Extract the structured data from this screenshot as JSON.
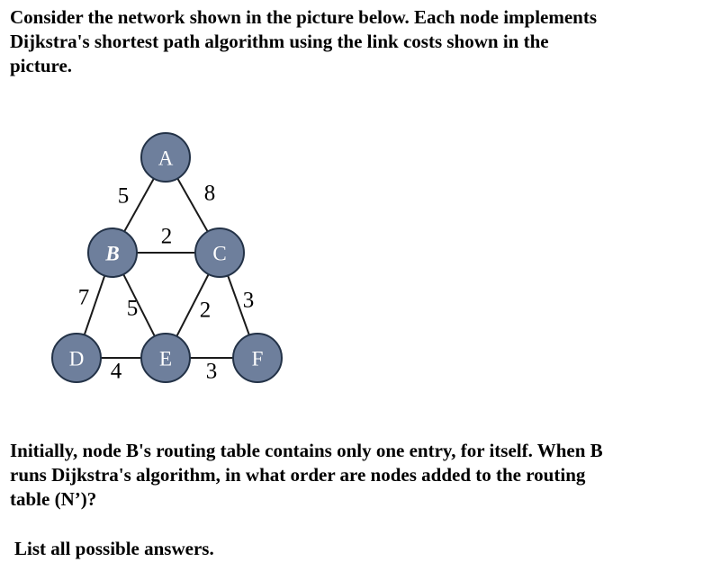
{
  "intro": [
    "Consider the network shown in the picture below. Each node implements",
    "Dijkstra's shortest path algorithm using the link costs shown in the",
    "picture."
  ],
  "question": [
    "Initially, node B's routing table contains only one entry, for itself. When B",
    "runs Dijkstra's algorithm, in what order are nodes added to the routing",
    "table (N’)?"
  ],
  "instruction": "List all possible answers.",
  "graph": {
    "colors": {
      "node_fill": "#6e7f9c",
      "node_stroke": "#233247",
      "edge": "#1a1a1a"
    },
    "nodes": [
      {
        "id": "A",
        "label": "A"
      },
      {
        "id": "B",
        "label": "B"
      },
      {
        "id": "C",
        "label": "C"
      },
      {
        "id": "D",
        "label": "D"
      },
      {
        "id": "E",
        "label": "E"
      },
      {
        "id": "F",
        "label": "F"
      }
    ],
    "edges": [
      {
        "from": "A",
        "to": "B",
        "cost": "5"
      },
      {
        "from": "A",
        "to": "C",
        "cost": "8"
      },
      {
        "from": "B",
        "to": "C",
        "cost": "2"
      },
      {
        "from": "B",
        "to": "D",
        "cost": "7"
      },
      {
        "from": "B",
        "to": "E",
        "cost": "5"
      },
      {
        "from": "C",
        "to": "E",
        "cost": "2"
      },
      {
        "from": "C",
        "to": "F",
        "cost": "3"
      },
      {
        "from": "D",
        "to": "E",
        "cost": "4"
      },
      {
        "from": "E",
        "to": "F",
        "cost": "3"
      }
    ]
  }
}
